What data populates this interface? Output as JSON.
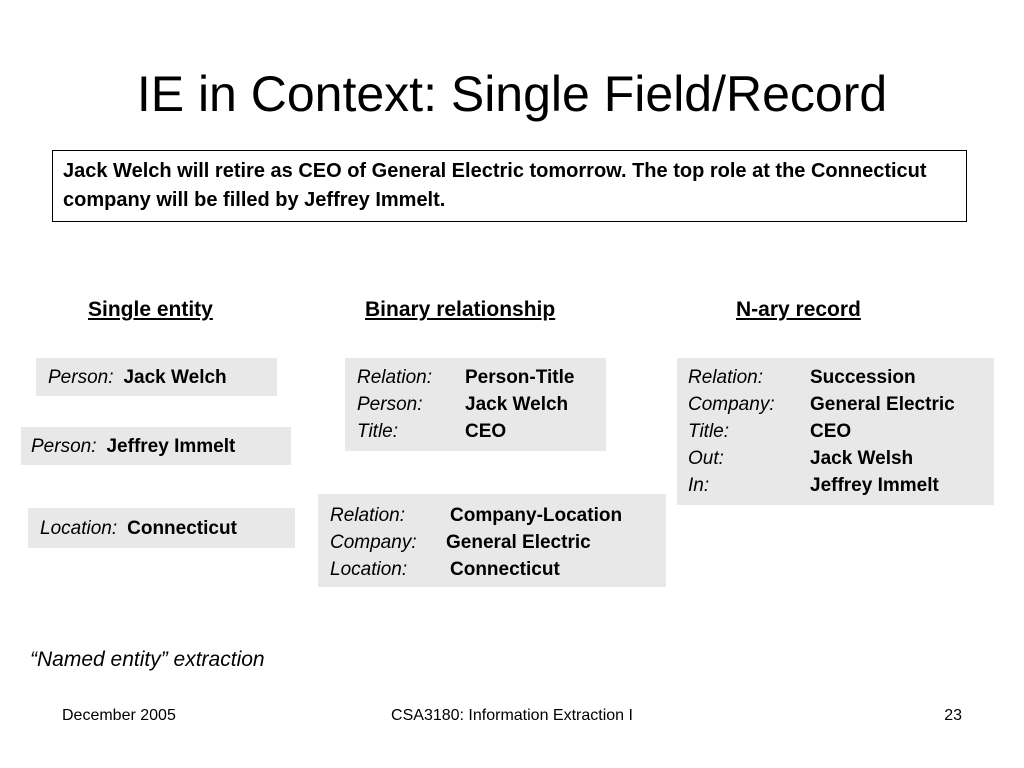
{
  "slide": {
    "title": "IE in Context: Single Field/Record",
    "quote": "Jack Welch will retire as CEO of General Electric tomorrow.  The top role at the Connecticut company will be filled by Jeffrey Immelt.",
    "headings": {
      "single": "Single entity",
      "binary": "Binary relationship",
      "nary": "N-ary record"
    },
    "entities": [
      {
        "label": "Person:",
        "value": "Jack Welch"
      },
      {
        "label": "Person:",
        "value": "Jeffrey Immelt"
      },
      {
        "label": "Location:",
        "value": "Connecticut"
      }
    ],
    "binary1": [
      {
        "label": "Relation:",
        "value": "Person-Title"
      },
      {
        "label": "Person:",
        "value": "Jack Welch"
      },
      {
        "label": "Title:",
        "value": "CEO"
      }
    ],
    "binary2": [
      {
        "label": "Relation:",
        "value": "Company-Location"
      },
      {
        "label": "Company:",
        "value": "General Electric"
      },
      {
        "label": "Location:",
        "value": "Connecticut"
      }
    ],
    "nary": [
      {
        "label": "Relation:",
        "value": "Succession"
      },
      {
        "label": "Company:",
        "value": "General Electric"
      },
      {
        "label": "Title:",
        "value": "CEO"
      },
      {
        "label": "Out:",
        "value": "Jack Welsh"
      },
      {
        "label": "In:",
        "value": "Jeffrey Immelt"
      }
    ],
    "note": "“Named entity” extraction"
  },
  "footer": {
    "date": "December 2005",
    "course": "CSA3180: Information Extraction I",
    "page": "23"
  }
}
